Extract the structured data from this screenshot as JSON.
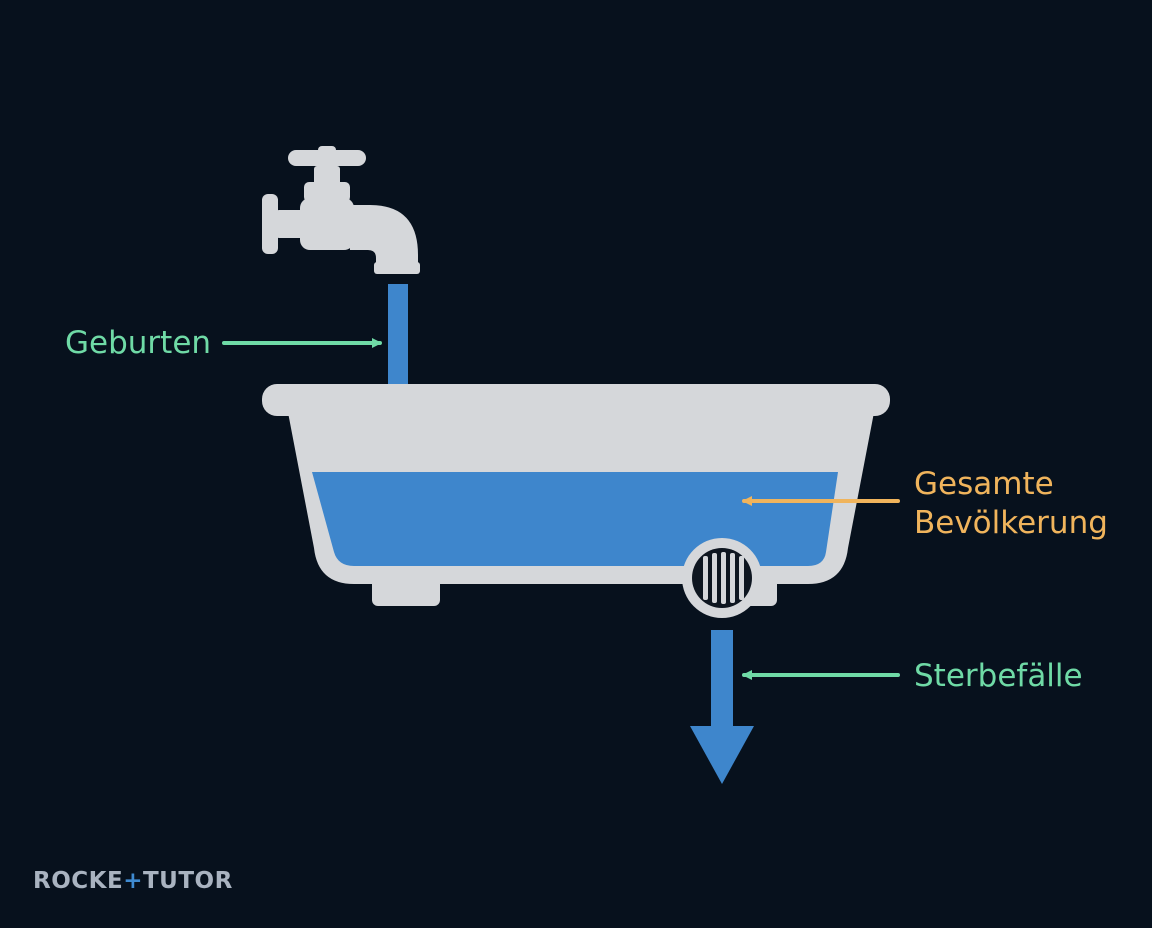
{
  "labels": {
    "inflow": "Geburten",
    "stock_line1": "Gesamte",
    "stock_line2": "Bevölkerung",
    "outflow": "Sterbefälle"
  },
  "logo": {
    "part1": "ROCKE",
    "plus": "+",
    "part2": "TUTOR"
  },
  "colors": {
    "background": "#07111d",
    "fixture": "#d5d7da",
    "water": "#3e86cc",
    "flow_label": "#6fdaa6",
    "stock_label": "#f0b45c"
  },
  "icons": {
    "faucet": "faucet-icon",
    "bathtub": "bathtub-icon",
    "drain": "drain-icon"
  }
}
